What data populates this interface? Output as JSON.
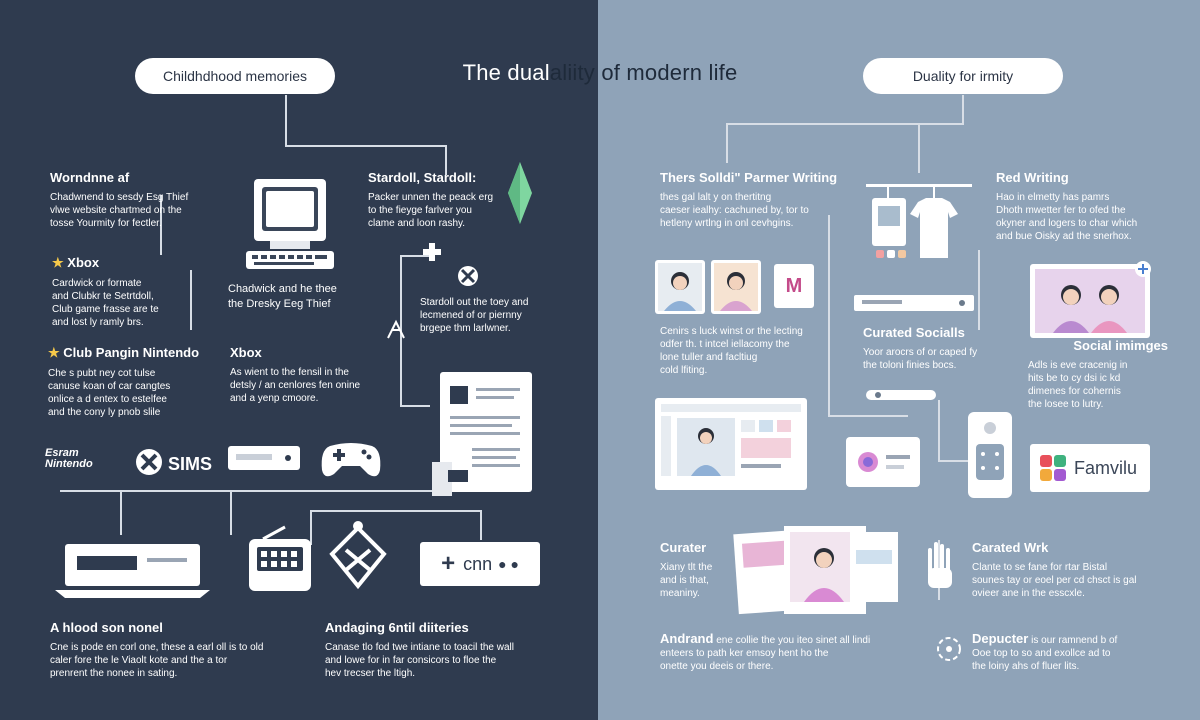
{
  "title": {
    "part1": "The dual",
    "part2": "aliity of modern life"
  },
  "left": {
    "pill": "Childhdhood memories",
    "blocks": [
      {
        "title": "Worndnne af",
        "text": [
          "Chadwnend to sesdy Esg Thief",
          "vlwe website chartmed on the",
          "tosse Yourmity for fectler."
        ]
      },
      {
        "title": "Stardoll, Stardoll:",
        "text": [
          "Packer unnen the peack erg",
          "to the fieyge farlver you",
          "clame and loon rashy."
        ]
      },
      {
        "title": "Xbox",
        "text": [
          "Cardwick or formate",
          "and Clubkr te Setrtdoll,",
          "Club game frasse are te",
          "and lost ly ramly brs."
        ]
      },
      {
        "title": "",
        "text": [
          "Chadwick and he thee",
          "the Dresky Eeg Thief"
        ]
      },
      {
        "title": "",
        "text": [
          "Stardoll out the toey and",
          "lecmened of or piernny",
          "brgepe thm larlwner."
        ]
      },
      {
        "title": "Club Pangin Nintendo",
        "text": [
          "Che s pubt ney cot tulse",
          "canuse koan of car cangtes",
          "onlice a d entex to estelfee",
          "and the cony ly pnob slile"
        ]
      },
      {
        "title": "Xbox",
        "text": [
          "As wient to the fensil in the",
          "detsly / an cenlores fen onine",
          "and a yenp cmoore."
        ]
      },
      {
        "title": "A hlood son nonel",
        "text": [
          "Cne is pode en corl one, these a earl oll is to old",
          "caler fore the le Viaolt kote and the a tor",
          "prenrent the nonee in sating."
        ]
      },
      {
        "title": "Andaging 6ntil diiteries",
        "text": [
          "Canase tlo fod twe intiane to toacil the wall",
          "and lowe for in far consicors to floe the",
          "hev trecser the ltigh."
        ]
      }
    ],
    "brands": {
      "nintendo_line1": "Esram",
      "nintendo_line2": "Nintendo",
      "sims": "SIMS",
      "console": "cnn"
    }
  },
  "right": {
    "pill": "Duality for irmity",
    "blocks": [
      {
        "title": "Thers Solldi\" Parmer Writing",
        "text": [
          "thes gal lalt y on thertitng",
          "caeser iealhy: cachuned by, tor to",
          "hetleny wrtlng in onl cevhgins."
        ]
      },
      {
        "title": "Red Writing",
        "text": [
          "Hao in elmetty has pamrs",
          "Dhoth mwetter fer to ofed the",
          "okyner and logers to char which",
          "and bue Oisky ad the snerhox."
        ]
      },
      {
        "title": "",
        "text": [
          "Cenirs s luck winst or the lecting",
          "odfer th. t intcel iellacomy the",
          "lone tuller and facltiug",
          "cold lfiting."
        ]
      },
      {
        "title": "Curated Socialls",
        "text": [
          "Yoor arocrs of or caped fy",
          "the toloni finies bocs."
        ]
      },
      {
        "title": "Social imimges",
        "text": [
          "Adls is eve cracenig in",
          "hits be to cy dsi ic kd",
          "dimenes for cohernis",
          "the losee to lutry."
        ]
      },
      {
        "title": "Curater",
        "text": [
          "Xiany tlt the",
          "and is that,",
          "meaniny."
        ]
      },
      {
        "title": "Carated Wrk",
        "text": [
          "Clante to se fane for rtar Bistal",
          "sounes tay or eoel per cd chsct is gal",
          "ovieer ane in the esscxle."
        ]
      },
      {
        "title": "Andrand",
        "text": [
          "ene collie the you iteo sinet all lindi",
          "enteers to path ker emsoy hent ho the",
          "onette you deeis or there."
        ]
      },
      {
        "title": "Depucter",
        "text": [
          "is our ramnend b of",
          "Ooe top to so and exollce ad to",
          "the loiny ahs of fluer lits."
        ]
      }
    ],
    "brands": {
      "famvilu": "Famvilu",
      "tv_letter": "M"
    }
  },
  "colors": {
    "left_bg": "#2f3b4f",
    "right_bg": "#8fa3b8",
    "line": "#d8dee6",
    "accent_green": "#7fd6a0"
  }
}
